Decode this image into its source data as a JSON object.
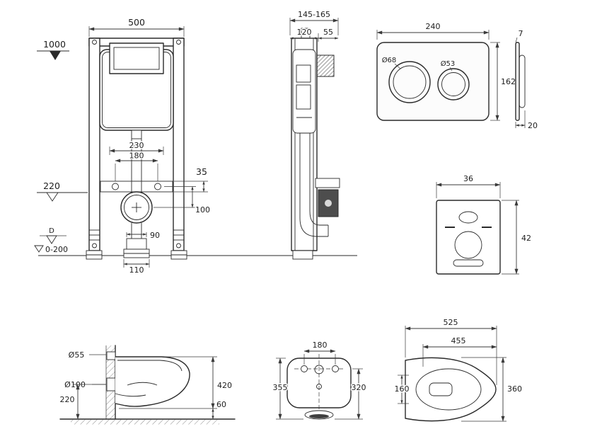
{
  "drawing": {
    "background": "#ffffff",
    "line_color": "#2a2a2a",
    "views": {
      "frame_front": {
        "width": "500",
        "height_level": "1000",
        "outlet_level": "220",
        "pipe_span_outer": "230",
        "bolt_spacing": "180",
        "bracket_offset": "35",
        "outlet_drop": "100",
        "drain_width": "90",
        "drain_base_width": "110",
        "floor_adjust_range": "0-200",
        "drain_mark": "D"
      },
      "frame_side": {
        "depth_range": "145-165",
        "frame_depth": "120",
        "rod_extension": "55"
      },
      "flush_plate": {
        "width": "240",
        "height": "162",
        "big_button_dia": "Ø68",
        "small_button_dia": "Ø53",
        "thickness": "7",
        "depth": "20"
      },
      "insulation_pad": {
        "width": "36",
        "height": "42"
      },
      "toilet_side": {
        "inlet_dia": "Ø55",
        "outlet_dia": "Ø100",
        "outlet_height": "220",
        "depth": "420",
        "clearance": "60"
      },
      "toilet_rear": {
        "bolt_spacing": "180",
        "height_total": "355",
        "height_body": "320"
      },
      "toilet_top": {
        "length_total": "525",
        "length_bowl": "455",
        "rear_width": "160",
        "width": "360"
      }
    }
  }
}
